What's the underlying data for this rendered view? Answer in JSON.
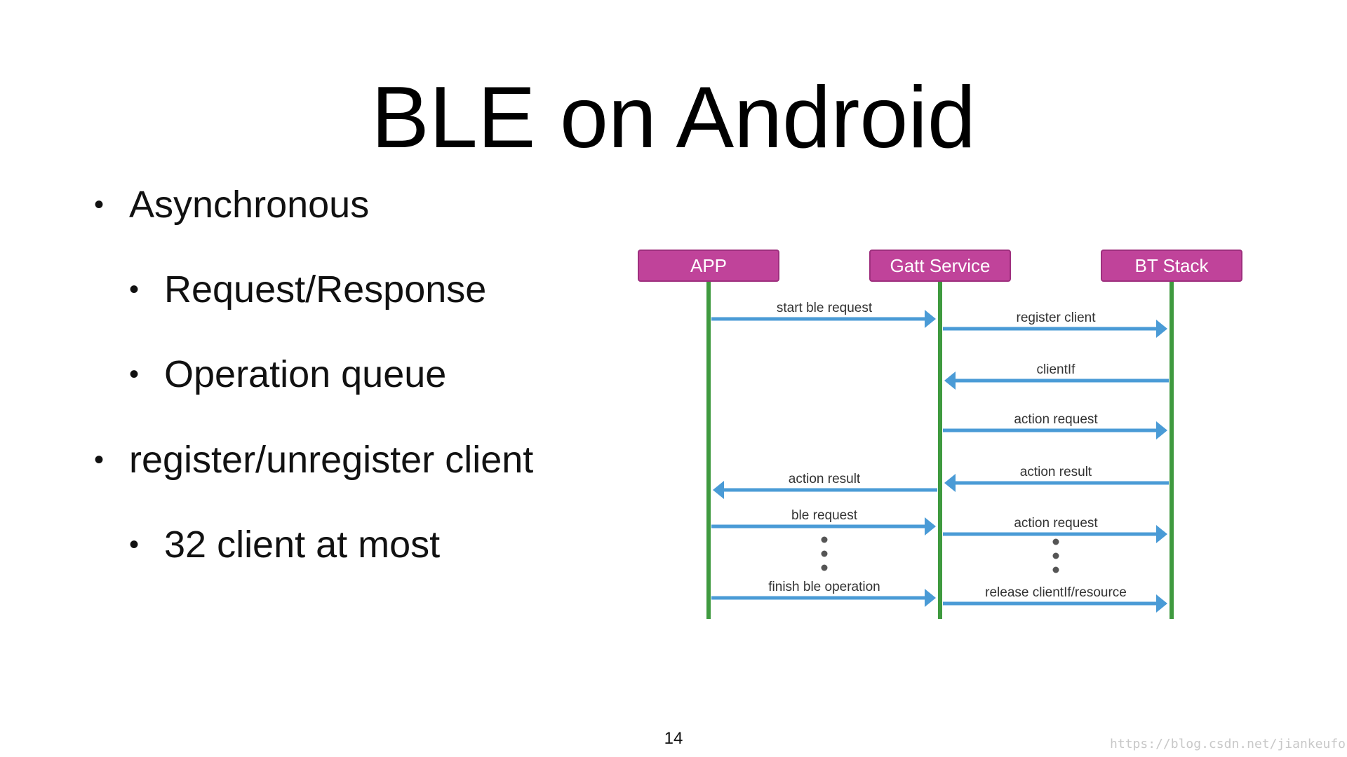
{
  "slide": {
    "title": "BLE on Android",
    "bullets": [
      {
        "level": 1,
        "text": "Asynchronous"
      },
      {
        "level": 2,
        "text": "Request/Response"
      },
      {
        "level": 2,
        "text": "Operation queue"
      },
      {
        "level": 1,
        "text": "register/unregister client"
      },
      {
        "level": 2,
        "text": "32 client at most"
      }
    ],
    "page_number": "14",
    "watermark": "https://blog.csdn.net/jiankeufo"
  },
  "sequence_diagram": {
    "participants": [
      "APP",
      "Gatt Service",
      "BT Stack"
    ],
    "messages": [
      {
        "from": "APP",
        "to": "Gatt Service",
        "label": "start ble request"
      },
      {
        "from": "Gatt Service",
        "to": "BT Stack",
        "label": "register client"
      },
      {
        "from": "BT Stack",
        "to": "Gatt Service",
        "label": "clientIf"
      },
      {
        "from": "Gatt Service",
        "to": "BT Stack",
        "label": "action request"
      },
      {
        "from": "BT Stack",
        "to": "Gatt Service",
        "label": "action result"
      },
      {
        "from": "Gatt Service",
        "to": "APP",
        "label": "action result"
      },
      {
        "from": "APP",
        "to": "Gatt Service",
        "label": "ble request"
      },
      {
        "from": "Gatt Service",
        "to": "BT Stack",
        "label": "action request"
      },
      {
        "from": "APP",
        "to": "Gatt Service",
        "label": "finish ble operation"
      },
      {
        "from": "Gatt Service",
        "to": "BT Stack",
        "label": "release clientIf/resource"
      }
    ],
    "colors": {
      "participant_fill": "#c0439a",
      "participant_border": "#9e2f7e",
      "lifeline": "#3f9a3f",
      "arrow": "#4a9bd6",
      "ellipsis_dots": "#555555"
    }
  }
}
